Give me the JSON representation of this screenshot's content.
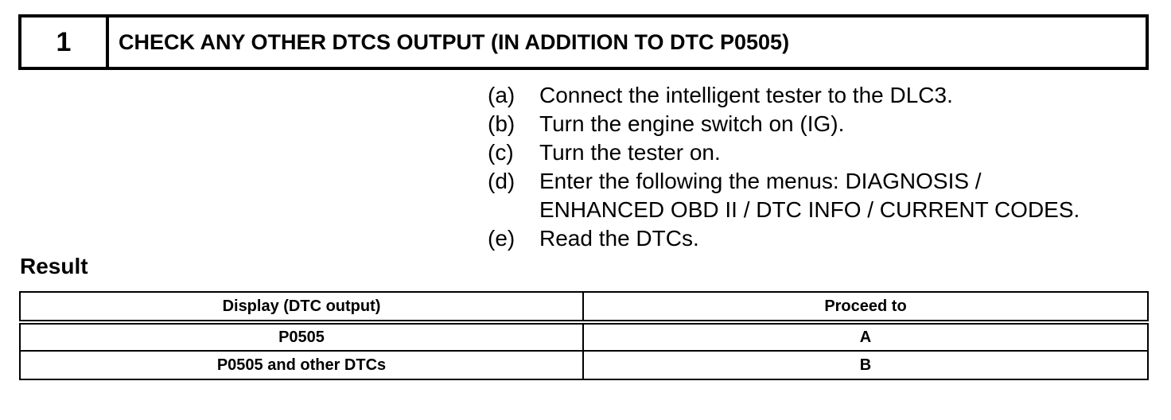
{
  "step": {
    "number": "1",
    "title": "CHECK ANY OTHER DTCS OUTPUT (IN ADDITION TO DTC P0505)"
  },
  "procedure": [
    {
      "letter": "(a)",
      "lines": [
        "Connect the intelligent tester to the DLC3."
      ]
    },
    {
      "letter": "(b)",
      "lines": [
        "Turn the engine switch on (IG)."
      ]
    },
    {
      "letter": "(c)",
      "lines": [
        "Turn the tester on."
      ]
    },
    {
      "letter": "(d)",
      "lines": [
        "Enter the following the menus: DIAGNOSIS /",
        "ENHANCED OBD II / DTC INFO / CURRENT CODES."
      ]
    },
    {
      "letter": "(e)",
      "lines": [
        "Read the DTCs."
      ]
    }
  ],
  "result": {
    "label": "Result",
    "headers": [
      "Display (DTC output)",
      "Proceed to"
    ],
    "rows": [
      [
        "P0505",
        "A"
      ],
      [
        "P0505 and other DTCs",
        "B"
      ]
    ]
  }
}
